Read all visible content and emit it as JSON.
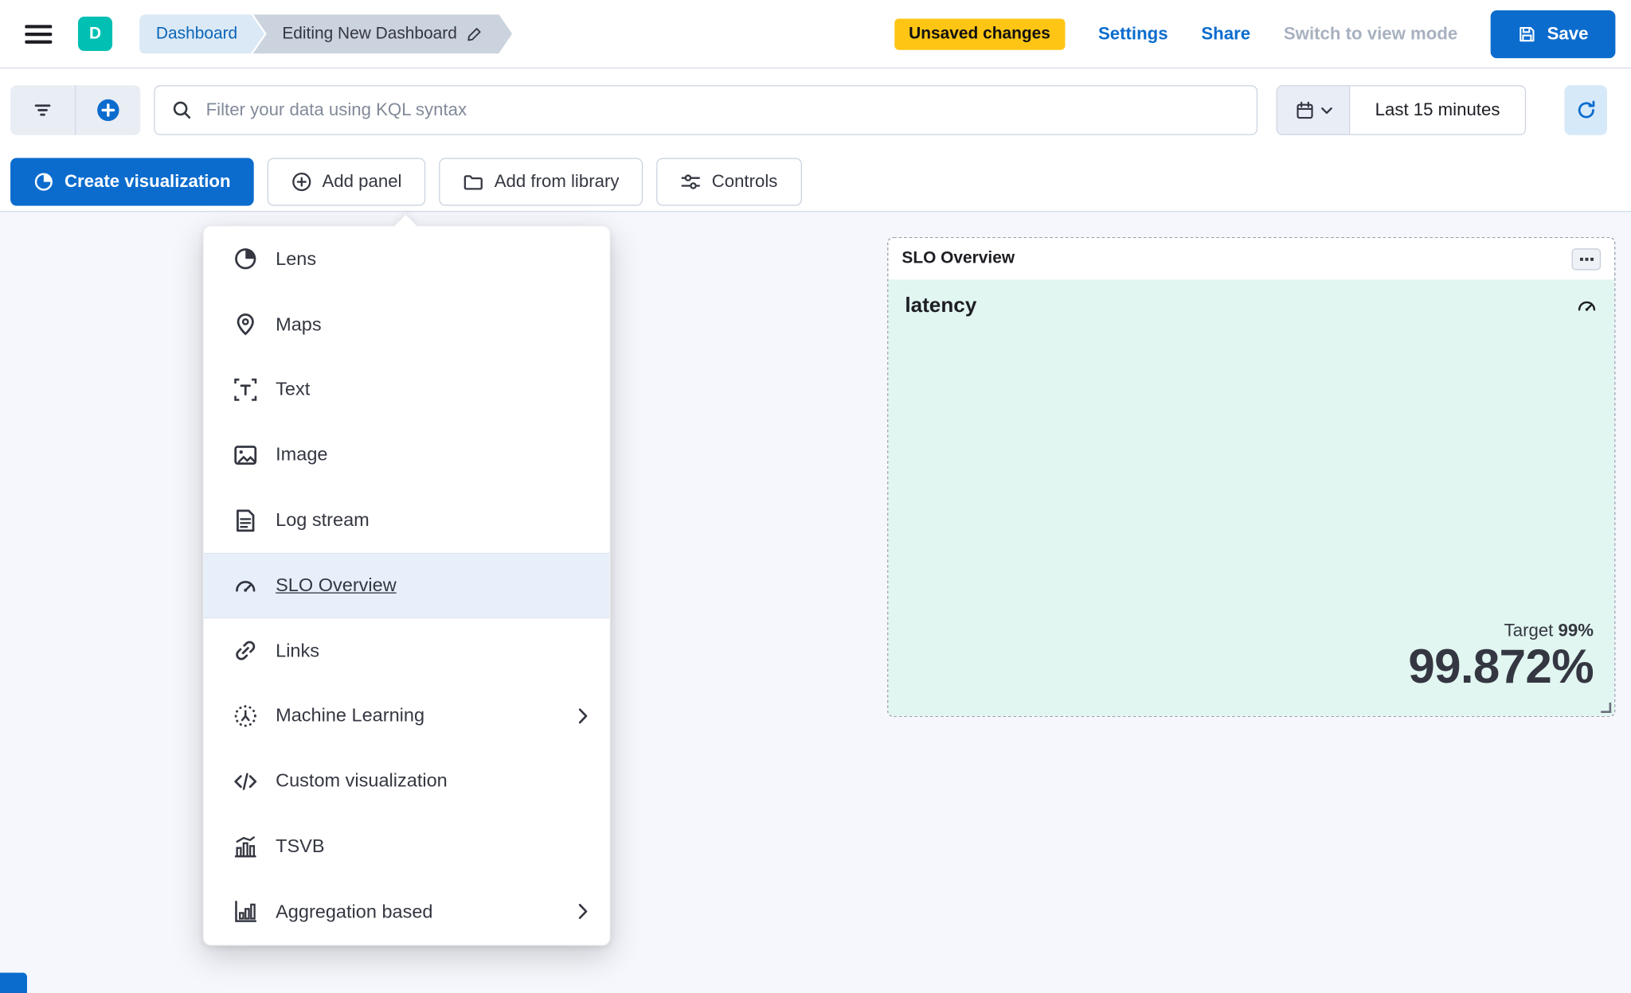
{
  "header": {
    "space_badge": "D",
    "breadcrumbs": [
      "Dashboard",
      "Editing New Dashboard"
    ],
    "unsaved_badge": "Unsaved changes",
    "settings": "Settings",
    "share": "Share",
    "switch_view": "Switch to view mode",
    "save": "Save"
  },
  "query_bar": {
    "search_placeholder": "Filter your data using KQL syntax",
    "time_range": "Last 15 minutes"
  },
  "toolbar": {
    "create_visualization": "Create visualization",
    "add_panel": "Add panel",
    "add_from_library": "Add from library",
    "controls": "Controls"
  },
  "add_panel_menu": {
    "items": [
      {
        "label": "Lens",
        "icon": "lens-icon"
      },
      {
        "label": "Maps",
        "icon": "map-pin-icon"
      },
      {
        "label": "Text",
        "icon": "text-icon"
      },
      {
        "label": "Image",
        "icon": "image-icon"
      },
      {
        "label": "Log stream",
        "icon": "log-stream-icon"
      },
      {
        "label": "SLO Overview",
        "icon": "gauge-icon",
        "selected": true
      },
      {
        "label": "Links",
        "icon": "link-icon"
      },
      {
        "label": "Machine Learning",
        "icon": "machine-learning-icon",
        "has_submenu": true
      },
      {
        "label": "Custom visualization",
        "icon": "code-icon"
      },
      {
        "label": "TSVB",
        "icon": "tsvb-chart-icon"
      },
      {
        "label": "Aggregation based",
        "icon": "bar-chart-icon",
        "has_submenu": true
      }
    ]
  },
  "slo_panel": {
    "title": "SLO Overview",
    "slo_name": "latency",
    "target_label": "Target",
    "target_value": "99%",
    "sli_value": "99.872%"
  },
  "colors": {
    "primary_blue": "#0b6cce",
    "space_teal": "#00bfb3",
    "warning_yellow": "#fec514",
    "panel_mint": "#e2f6f1",
    "canvas_bg": "#f5f7fc"
  }
}
